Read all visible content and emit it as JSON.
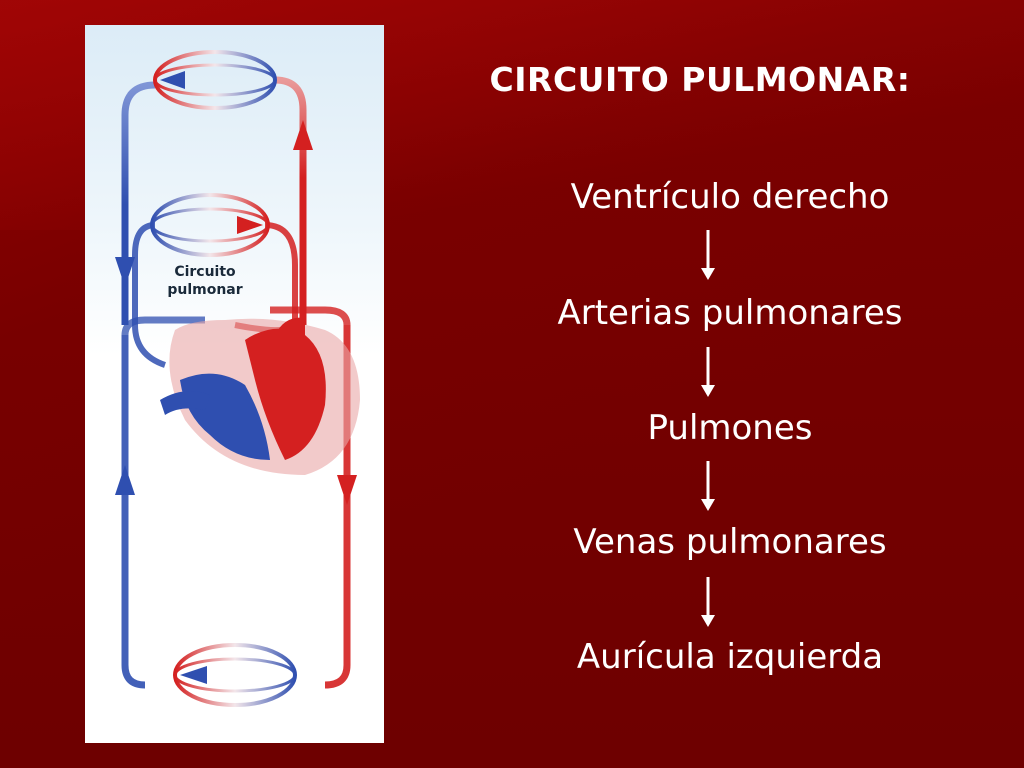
{
  "slide": {
    "title": "CIRCUITO PULMONAR:",
    "flow_steps": [
      "Ventrículo derecho",
      "Arterias pulmonares",
      "Pulmones",
      "Venas pulmonares",
      "Aurícula izquierda"
    ]
  },
  "diagram": {
    "label": "Circuito pulmonar",
    "label_line1": "Circuito",
    "label_line2": "pulmonar"
  },
  "colors": {
    "background": "#7a0000",
    "arterial": "#d42020",
    "venous": "#2f4fb0",
    "text": "#ffffff"
  }
}
